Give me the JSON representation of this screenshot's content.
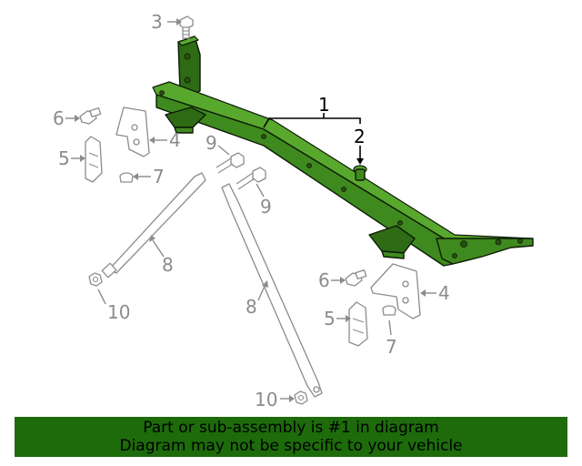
{
  "diagram": {
    "callouts": [
      {
        "id": "c1",
        "label": "1"
      },
      {
        "id": "c2",
        "label": "2"
      },
      {
        "id": "c3",
        "label": "3"
      },
      {
        "id": "c4a",
        "label": "4"
      },
      {
        "id": "c4b",
        "label": "4"
      },
      {
        "id": "c5a",
        "label": "5"
      },
      {
        "id": "c5b",
        "label": "5"
      },
      {
        "id": "c6a",
        "label": "6"
      },
      {
        "id": "c6b",
        "label": "6"
      },
      {
        "id": "c7a",
        "label": "7"
      },
      {
        "id": "c7b",
        "label": "7"
      },
      {
        "id": "c8a",
        "label": "8"
      },
      {
        "id": "c8b",
        "label": "8"
      },
      {
        "id": "c9a",
        "label": "9"
      },
      {
        "id": "c9b",
        "label": "9"
      },
      {
        "id": "c10a",
        "label": "10"
      },
      {
        "id": "c10b",
        "label": "10"
      }
    ],
    "colors": {
      "highlight": "#3f8a1e",
      "parts": "#8c8c8c",
      "banner": "#1d6b0b"
    }
  },
  "banner": {
    "line1": "Part or sub-assembly is #1 in diagram",
    "line2": "Diagram may not be specific to your vehicle"
  }
}
